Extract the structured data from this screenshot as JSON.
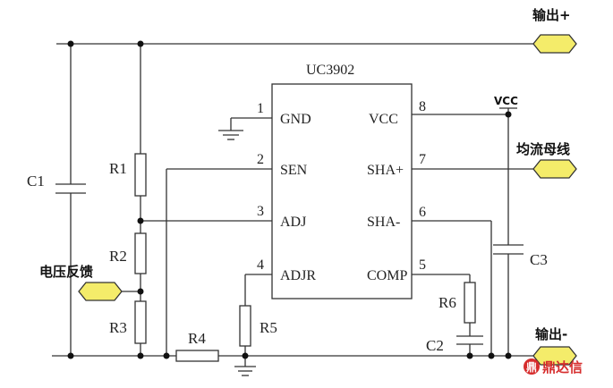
{
  "ic": {
    "name": "UC3902",
    "pins": [
      {
        "num": "1",
        "name": "GND"
      },
      {
        "num": "2",
        "name": "SEN"
      },
      {
        "num": "3",
        "name": "ADJ"
      },
      {
        "num": "4",
        "name": "ADJR"
      },
      {
        "num": "8",
        "name": "VCC"
      },
      {
        "num": "7",
        "name": "SHA+"
      },
      {
        "num": "6",
        "name": "SHA-"
      },
      {
        "num": "5",
        "name": "COMP"
      }
    ]
  },
  "components": {
    "C1": "C1",
    "R1": "R1",
    "R2": "R2",
    "R3": "R3",
    "R4": "R4",
    "R5": "R5",
    "R6": "R6",
    "C2": "C2",
    "C3": "C3"
  },
  "labels": {
    "output_plus": "输出+",
    "output_minus": "输出-",
    "share_bus": "均流母线",
    "voltage_feedback": "电压反馈",
    "vcc": "VCC"
  },
  "watermark": "鼎达信"
}
